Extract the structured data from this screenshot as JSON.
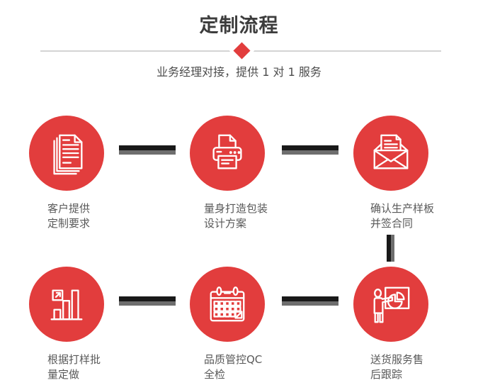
{
  "header": {
    "title": "定制流程",
    "subtitle": "业务经理对接，提供 1 对 1 服务"
  },
  "steps": [
    {
      "icon": "documents-icon",
      "line1": "客户提供",
      "line2": "定制要求"
    },
    {
      "icon": "printer-icon",
      "line1": "量身打造包装",
      "line2": "设计方案"
    },
    {
      "icon": "envelope-icon",
      "line1": "确认生产样板",
      "line2": "并签合同"
    },
    {
      "icon": "bar-chart-icon",
      "line1": "根据打样批",
      "line2": "量定做"
    },
    {
      "icon": "calendar-icon",
      "line1": "品质管控QC",
      "line2": "全检"
    },
    {
      "icon": "presenter-icon",
      "line1": "送货服务售",
      "line2": "后跟踪"
    }
  ],
  "colors": {
    "accent_red": "#e23d3d",
    "connector_dark": "#191919",
    "connector_gray": "#6e6e6e",
    "title_text": "#3d3d3d",
    "subtitle_text": "#4c4c4c",
    "label_text": "#595959",
    "divider": "#d4d4d4",
    "icon_stroke": "#ffffff"
  }
}
